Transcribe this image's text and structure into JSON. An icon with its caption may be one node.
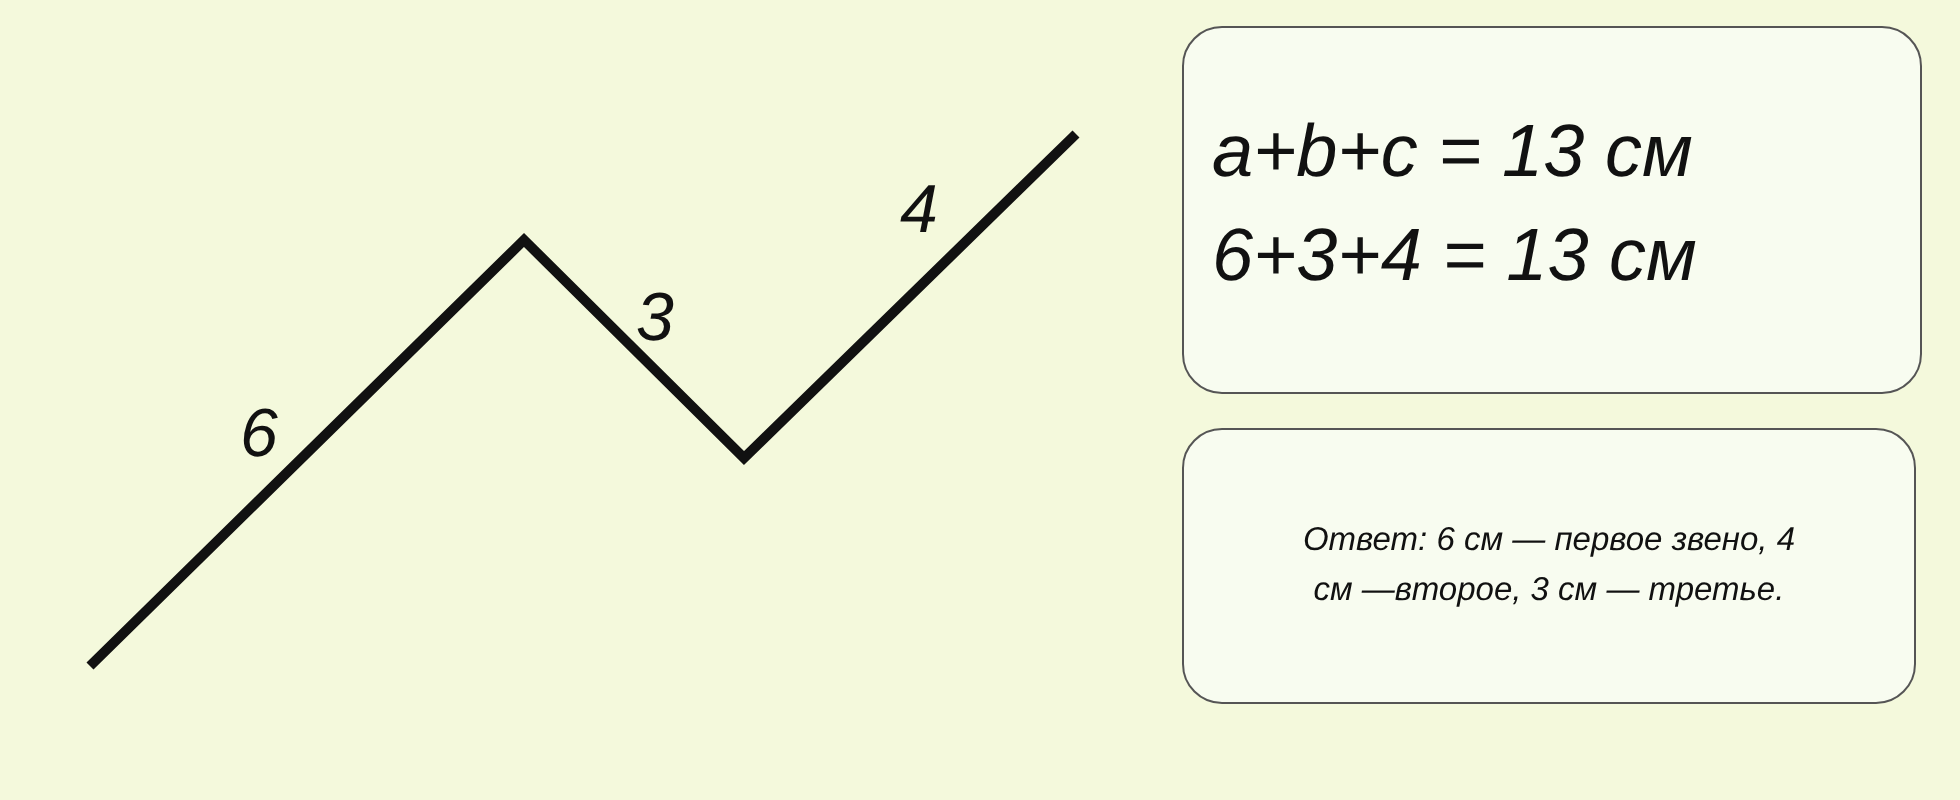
{
  "diagram": {
    "nodes": [
      {
        "text": [
          "a+b+c = 13 см",
          "6+3+4 = 13 см"
        ]
      },
      {
        "text": [
          "Ответ: 6 см — первое звено, 4 см —второе, 3 см — третье."
        ]
      }
    ],
    "labels": [
      "6",
      "3",
      "4"
    ]
  }
}
